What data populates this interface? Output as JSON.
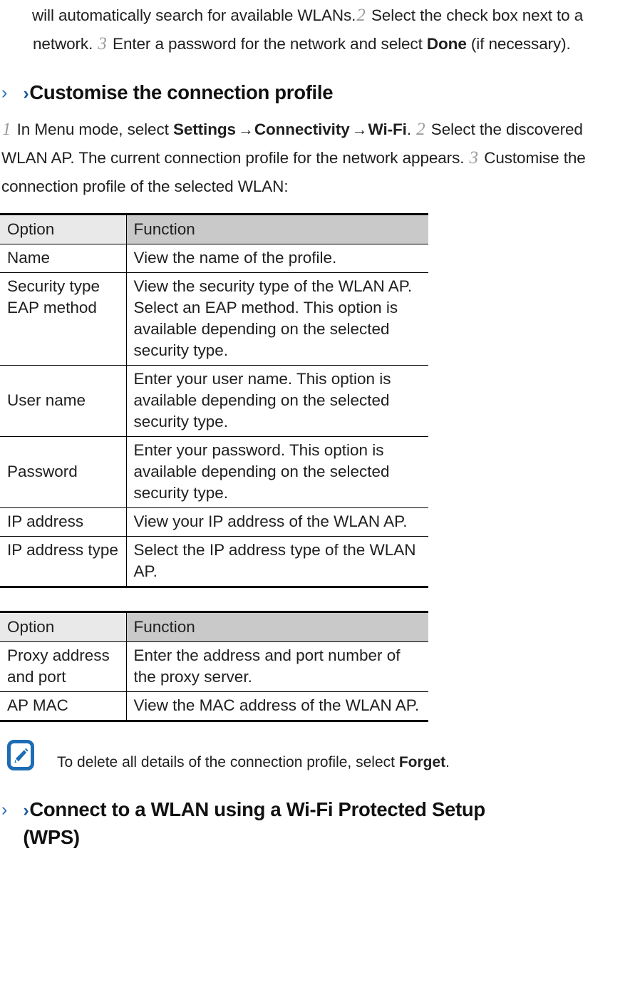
{
  "document": {
    "intro_paragraph": {
      "lead_text": "will automatically search for available WLANs.",
      "step2_num": "2",
      "step2_text": "Select the check box next to a network.",
      "step3_num": "3",
      "step3_text_a": "Enter a password for the network and select",
      "step3_bold": "Done",
      "step3_text_b": "(if necessary)."
    },
    "heading_customise": {
      "chevron_light": "›",
      "chevron_bold": "›",
      "text": "Customise the connection profile"
    },
    "customise_steps": {
      "step1_num": "1",
      "step1_text": "In Menu mode, select",
      "step1_bold_a": "Settings",
      "arrow1": "→",
      "step1_bold_b": "Connectivity",
      "arrow2": "→",
      "step1_bold_c": "Wi-Fi",
      "step1_period": ".",
      "step2_num": "2",
      "step2_text": "Select the discovered WLAN AP. The current connection profile for the network appears.",
      "step3_num": "3",
      "step3_text": "Customise the connection profile of the selected WLAN:"
    },
    "table_one": {
      "columns": [
        "Option",
        "Function"
      ],
      "rows": [
        {
          "option": "Name",
          "function": "View the name of the profile."
        },
        {
          "option": "Security type EAP method",
          "function": "View the security type of the WLAN AP. Select an EAP method. This option is available depending on the selected security type."
        },
        {
          "option": "User name",
          "function": "Enter your user name. This option is available depending on the selected security type."
        },
        {
          "option": "Password",
          "function": "Enter your password. This option is available depending on the selected security type."
        },
        {
          "option": "IP address",
          "function": "View your IP address of the WLAN AP."
        },
        {
          "option": "IP address type",
          "function": "Select the IP address type of the WLAN AP."
        }
      ]
    },
    "table_two": {
      "columns": [
        "Option",
        "Function"
      ],
      "rows": [
        {
          "option": "Proxy address and port",
          "function": "Enter the address and port number of the proxy server."
        },
        {
          "option": "AP MAC",
          "function": "View the MAC address of the WLAN AP."
        }
      ]
    },
    "note": {
      "icon": "note-pen-icon",
      "text_a": "To delete all details of the connection profile, select",
      "bold": "Forget",
      "text_b": "."
    },
    "heading_wps": {
      "chevron_light": "›",
      "chevron_bold": "›",
      "text_line1": "Connect to a WLAN using a Wi-Fi Protected Setup",
      "text_line2": "(WPS)"
    },
    "colors": {
      "chevron_light": "#2a6ebb",
      "chevron_bold": "#17599b",
      "note_icon": "#1e6cb5",
      "header_option_bg": "#e9e9e9",
      "header_function_bg": "#c9c9c9",
      "step_number": "#9b9b9b",
      "text": "#1f1f1f"
    }
  }
}
